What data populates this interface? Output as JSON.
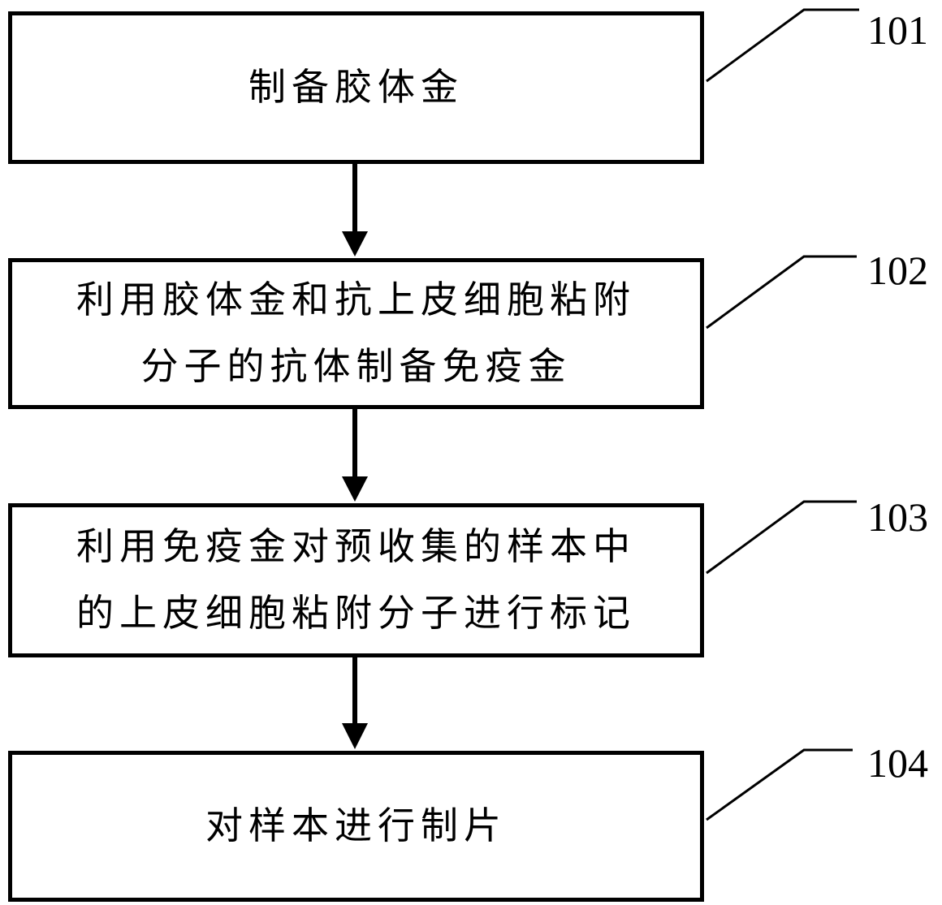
{
  "figure": {
    "background": "#ffffff",
    "line_color": "#000000",
    "steps": [
      {
        "id": "step-1",
        "ref": "101",
        "lines": [
          "制备胶体金"
        ]
      },
      {
        "id": "step-2",
        "ref": "102",
        "lines": [
          "利用胶体金和抗上皮细胞粘附",
          "分子的抗体制备免疫金"
        ]
      },
      {
        "id": "step-3",
        "ref": "103",
        "lines": [
          "利用免疫金对预收集的样本中",
          "的上皮细胞粘附分子进行标记"
        ]
      },
      {
        "id": "step-4",
        "ref": "104",
        "lines": [
          "对样本进行制片"
        ]
      }
    ]
  }
}
